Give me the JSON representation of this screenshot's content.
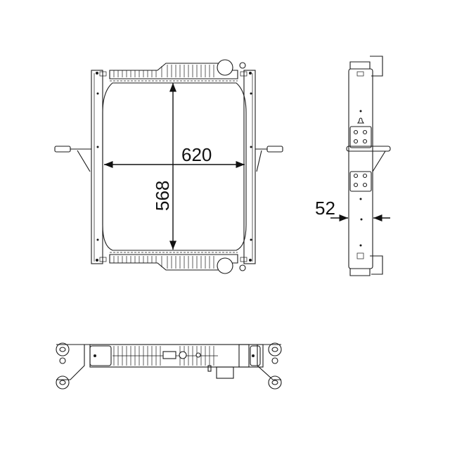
{
  "drawing": {
    "subject": "radiator",
    "views": [
      {
        "name": "front-view"
      },
      {
        "name": "side-view"
      },
      {
        "name": "bottom-view"
      }
    ],
    "dimensions": {
      "width": {
        "value": "620",
        "orientation": "horizontal"
      },
      "height": {
        "value": "568",
        "orientation": "vertical"
      },
      "depth": {
        "value": "52",
        "orientation": "horizontal"
      }
    },
    "line_color": "#1a1a1a",
    "background_color": "#ffffff"
  }
}
